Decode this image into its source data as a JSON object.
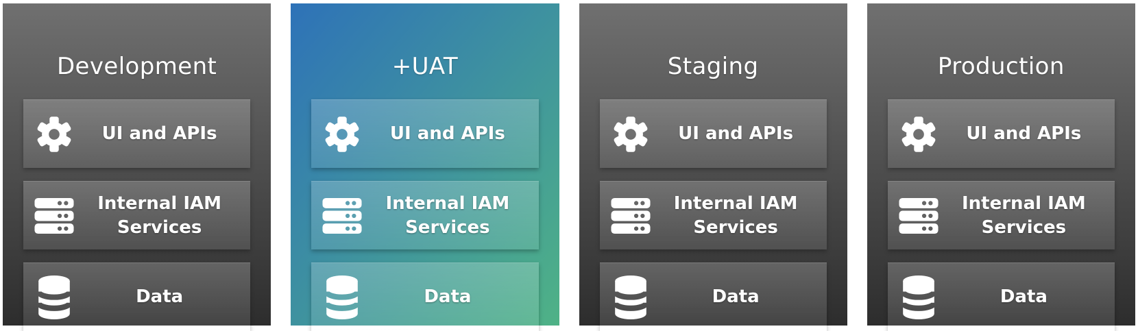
{
  "colors": {
    "page_bg": "#ffffff",
    "card_gray_top": "#707070",
    "card_gray_bottom": "#2d2d2d",
    "uat_blue": "#2e72b8",
    "uat_green": "#4fb286",
    "text": "#ffffff"
  },
  "cards": [
    {
      "title": "Development",
      "theme": "gray",
      "rows": [
        {
          "icon": "gear-icon",
          "label": "UI and APIs"
        },
        {
          "icon": "server-stack-icon",
          "label": "Internal IAM Services"
        },
        {
          "icon": "database-icon",
          "label": "Data"
        }
      ]
    },
    {
      "title": "+UAT",
      "theme": "blue-green-gradient",
      "rows": [
        {
          "icon": "gear-icon",
          "label": "UI and APIs"
        },
        {
          "icon": "server-stack-icon",
          "label": "Internal IAM Services"
        },
        {
          "icon": "database-icon",
          "label": "Data"
        }
      ]
    },
    {
      "title": "Staging",
      "theme": "gray",
      "rows": [
        {
          "icon": "gear-icon",
          "label": "UI and APIs"
        },
        {
          "icon": "server-stack-icon",
          "label": "Internal IAM Services"
        },
        {
          "icon": "database-icon",
          "label": "Data"
        }
      ]
    },
    {
      "title": "Production",
      "theme": "gray",
      "rows": [
        {
          "icon": "gear-icon",
          "label": "UI and APIs"
        },
        {
          "icon": "server-stack-icon",
          "label": "Internal IAM Services"
        },
        {
          "icon": "database-icon",
          "label": "Data"
        }
      ]
    }
  ]
}
